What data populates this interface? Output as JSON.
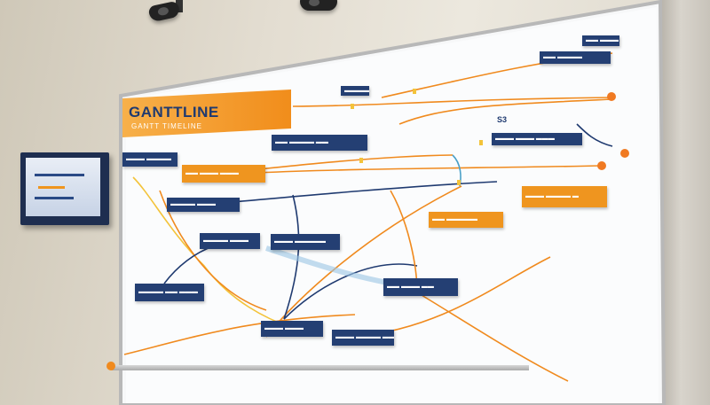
{
  "title": "GANTTLINE",
  "subtitle": "GANTT TIMELINE",
  "corner_label": "S3",
  "colors": {
    "navy": "#243f73",
    "orange": "#ef951f",
    "line_orange": "#f08a1e",
    "line_navy": "#1f3a70"
  },
  "notes": {
    "n1": "▬▬ ▬▬▬▬",
    "n2": "▬▬▬ ▬▬▬ ▬▬▬",
    "n3": "▬▬▬▬▬",
    "n4": "▬▬ ▬▬▬▬ ▬▬",
    "n5": "▬▬▬ ▬▬▬▬",
    "n6": "▬▬ ▬▬▬ ▬▬▬",
    "n7": "▬▬▬▬ ▬▬▬",
    "n8": "▬▬▬ ▬▬▬▬ ▬",
    "n9": "▬▬ ▬▬▬▬▬",
    "n10": "▬▬▬▬ ▬▬▬",
    "n11": "▬▬▬ ▬▬▬▬▬",
    "n12": "▬▬ ▬▬▬ ▬▬",
    "n13": "▬▬▬▬ ▬▬ ▬▬▬",
    "n14": "▬▬▬ ▬▬▬",
    "n15": "▬▬▬ ▬▬▬▬ ▬▬",
    "n16": "▬▬ ▬▬▬"
  }
}
